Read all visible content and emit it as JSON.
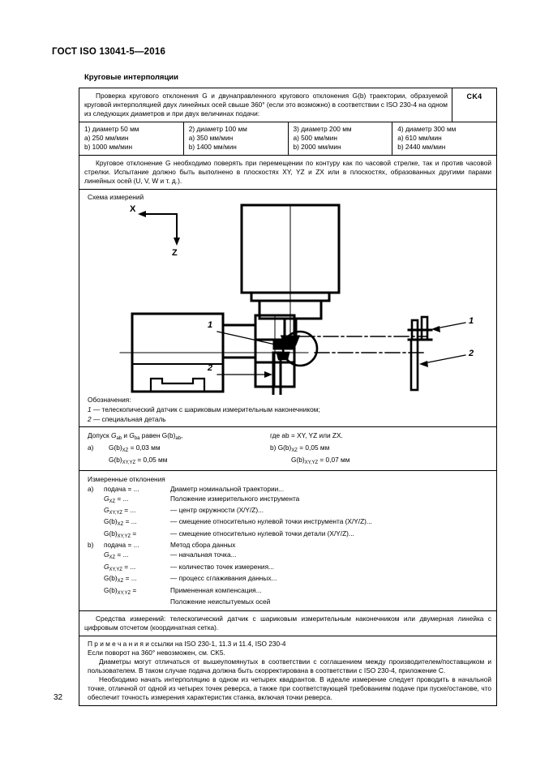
{
  "document": {
    "standard_header": "ГОСТ ISO 13041-5—2016",
    "section_title": "Круговые интерполяции",
    "page_number": "32"
  },
  "test_card": {
    "code": "CK4",
    "intro": "Проверка кругового отклонения G и двунаправленного кругового отклонения G(b) траектории, образуемой круговой интерполяцией двух линейных осей свыше 360° (если это возможно) в соответствии с ISO 230-4 на одном из следующих диаметров и при двух величинах подачи:",
    "diameters": [
      {
        "index": "1)",
        "title": "диаметр 50 мм",
        "feed_a": "a) 250 мм/мин",
        "feed_b": "b) 1000 мм/мин"
      },
      {
        "index": "2)",
        "title": "диаметр 100 мм",
        "feed_a": "a) 350 мм/мин",
        "feed_b": "b) 1400 мм/мин"
      },
      {
        "index": "3)",
        "title": "диаметр 200 мм",
        "feed_a": "a) 500 мм/мин",
        "feed_b": "b) 2000 мм/мин"
      },
      {
        "index": "4)",
        "title": "диаметр 300 мм",
        "feed_a": "a) 610 мм/мин",
        "feed_b": "b) 2440 мм/мин"
      }
    ],
    "procedure": "Круговое отклонение G необходимо поверять при перемещении по контуру как по часовой стрелке, так и против часовой стрелки. Испытание должно быть выполнено в плоскостях XY, YZ и ZX или в плоскостях, образованных другими парами линейных осей (U, V, W и т. д.).",
    "scheme": {
      "label": "Схема измерений",
      "axis_x": "X",
      "axis_z": "Z",
      "callout_1_left": "1",
      "callout_1_right": "1",
      "callout_2_left": "2",
      "callout_2_right": "2"
    },
    "legend": {
      "title": "Обозначения:",
      "items": [
        {
          "mark": "1",
          "text": "— телескопический датчик с шариковым измерительным наконечником;"
        },
        {
          "mark": "2",
          "text": "— специальная деталь"
        }
      ]
    },
    "tolerance": {
      "header_left": "Допуск Gab и Gba равен G(b)ab,",
      "header_left_parts": {
        "prefix": "Допуск ",
        "g1": "G",
        "sub1": "ab",
        "mid": " и ",
        "g2": "G",
        "sub2": "ba",
        "mid2": " равен ",
        "g3": "G(b)",
        "sub3": "ab",
        "suffix": ","
      },
      "header_right": "где ab = XY, YZ или ZX.",
      "rows": [
        {
          "mark": "a)",
          "sym": "G(b)",
          "sub": "XZ",
          "value": "= 0,03 мм"
        },
        {
          "mark": "",
          "sym": "G(b)",
          "sub": "XY,YZ",
          "value": "= 0,05 мм"
        }
      ],
      "rows_right": [
        {
          "mark": "b)",
          "sym": "G(b)",
          "sub": "XZ",
          "value": "= 0,05 мм"
        },
        {
          "mark": "",
          "sym": "G(b)",
          "sub": "XY,YZ",
          "value": "= 0,07 мм"
        }
      ]
    },
    "measured": {
      "title": "Измеренные отклонения",
      "group_a": {
        "mark": "a)",
        "feed_label": "подача = ...",
        "feed_desc": "Диаметр номинальной траектории...",
        "lines": [
          {
            "sym": "G",
            "sub": "XZ",
            "eq": "= ...",
            "desc": "Положение измерительного инструмента"
          },
          {
            "sym": "G",
            "sub": "XY,YZ",
            "eq": "= ...",
            "desc": "— центр окружности (X/Y/Z)..."
          },
          {
            "sym": "G(b)",
            "sub": "XZ",
            "eq": "= ...",
            "desc": "— смещение относительно нулевой точки инструмента (X/Y/Z)..."
          },
          {
            "sym": "G(b)",
            "sub": "XY,YZ",
            "eq": "=",
            "desc": "— смещение относительно нулевой точки детали (X/Y/Z)..."
          }
        ]
      },
      "group_b": {
        "mark": "b)",
        "feed_label": "подача = ...",
        "feed_desc": "Метод сбора данных",
        "lines": [
          {
            "sym": "G",
            "sub": "XZ",
            "eq": "= ...",
            "desc": "— начальная точка..."
          },
          {
            "sym": "G",
            "sub": "XY,YZ",
            "eq": "= ...",
            "desc": "— количество точек измерения..."
          },
          {
            "sym": "G(b)",
            "sub": "XZ",
            "eq": "= ...",
            "desc": "— процесс сглаживания данных..."
          },
          {
            "sym": "G(b)",
            "sub": "XY,YZ",
            "eq": "=",
            "desc": "Примененная компенсация..."
          },
          {
            "sym": "",
            "sub": "",
            "eq": "",
            "desc": "Положение неиспытуемых осей"
          }
        ]
      }
    },
    "means": "Средства измерений: телескопический датчик с шариковым измерительным наконечником или двумерная линейка с цифровым отсчетом (координатная сетка).",
    "notes": {
      "title": "П р и м е ч а н и я  и ссылки на ISO 230-1, 11.3 и 11.4, ISO 230-4",
      "paragraphs": [
        "Если поворот на 360° невозможен, см. CK5.",
        "Диаметры могут отличаться от вышеупомянутых в соответствии с соглашением между производителем/поставщиком и пользователем. В таком случае подача должна быть скорректирована в соответствии с ISO 230-4, приложение C.",
        "Необходимо начать интерполяцию в одном из четырех квадрантов. В идеале измерение следует проводить в начальной точке, отличной от одной из четырех точек реверса, а также при соответствующей требованиям подаче при пуске/останове, что обеспечит точность измерения характеристик станка, включая точки реверса."
      ]
    }
  }
}
